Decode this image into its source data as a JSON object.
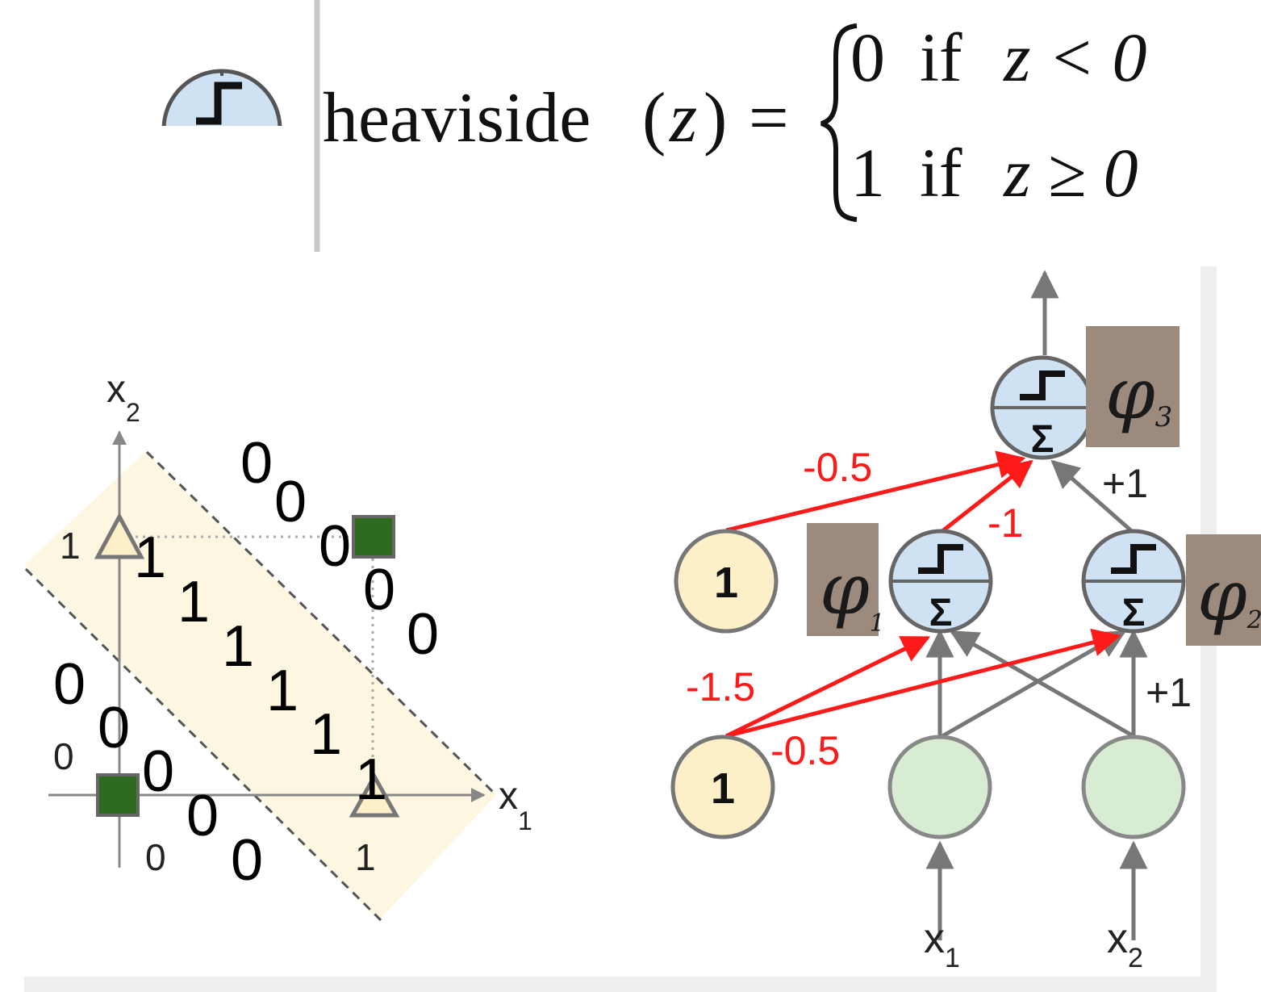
{
  "formula": {
    "lhs_name": "heaviside",
    "lhs_open": "(",
    "lhs_var": "z",
    "lhs_close": ")",
    "equals": "=",
    "case1_value": "0",
    "case1_if": "if",
    "case1_cond": "z < 0",
    "case2_value": "1",
    "case2_if": "if",
    "case2_cond": "z ≥ 0"
  },
  "xor_plot": {
    "x_axis_label": "x",
    "x_axis_sub": "1",
    "y_axis_label": "x",
    "y_axis_sub": "2",
    "tick_x_0": "0",
    "tick_x_1": "1",
    "tick_y_0": "0",
    "tick_y_1": "1",
    "annot_zeros": [
      "0",
      "0",
      "0",
      "0",
      "0",
      "0",
      "0",
      "0",
      "0",
      "0",
      "0"
    ],
    "annot_ones": [
      "1",
      "1",
      "1",
      "1",
      "1",
      "1",
      "1"
    ],
    "colors": {
      "square": "#2e6b1e",
      "triangle_fill": "#fdefc8",
      "band": "#fdf6e1"
    }
  },
  "network": {
    "bias_top": "1",
    "bias_bottom": "1",
    "input_1_label": "x",
    "input_1_sub": "1",
    "input_2_label": "x",
    "input_2_sub": "2",
    "weights": {
      "bias_top_to_out": "-0.5",
      "h1_to_out": "-1",
      "h2_to_out": "+1",
      "bias_bottom_to_h1": "-1.5",
      "bias_bottom_to_h2": "-0.5",
      "x2_to_h2": "+1"
    },
    "phi_1": "φ",
    "phi_1_sub": "1",
    "phi_2": "φ",
    "phi_2_sub": "2",
    "phi_3": "φ",
    "phi_3_sub": "3",
    "sum_symbol": "Σ",
    "colors": {
      "bias": "#fdefc8",
      "input": "#d8ebd3",
      "hidden": "#cfe2f3",
      "red": "#ff1a1a",
      "gray": "#777777"
    }
  }
}
